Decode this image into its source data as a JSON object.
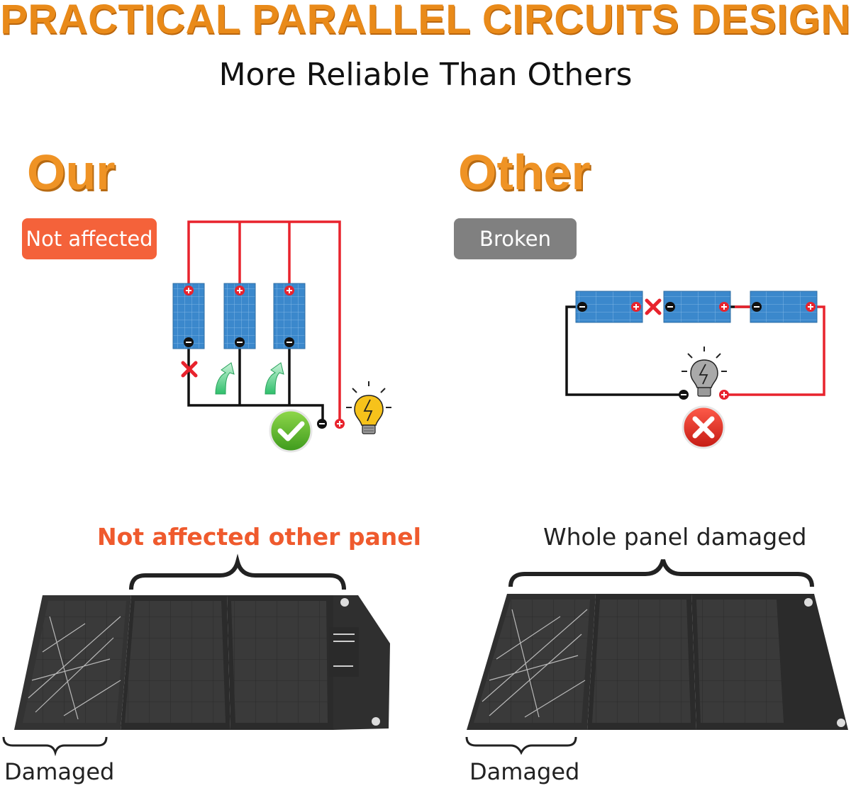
{
  "header": {
    "title": "PRACTICAL PARALLEL CIRCUITS DESIGN",
    "subtitle": "More Reliable Than Others"
  },
  "left": {
    "heading": "Our",
    "badge": "Not affected",
    "badge_color": "#f4623a",
    "caption": "Not affected other panel",
    "damaged_label": "Damaged"
  },
  "right": {
    "heading": "Other",
    "badge": "Broken",
    "badge_color": "#808080",
    "caption": "Whole panel damaged",
    "damaged_label": "Damaged"
  },
  "symbols": {
    "positive": "+",
    "negative": "−"
  },
  "colors": {
    "accent_orange": "#ef9325",
    "wire_red": "#e8232d",
    "wire_black": "#111111",
    "panel_blue": "#3f8fd0",
    "ok_green": "#5bb12f",
    "error_red": "#e02d23"
  }
}
